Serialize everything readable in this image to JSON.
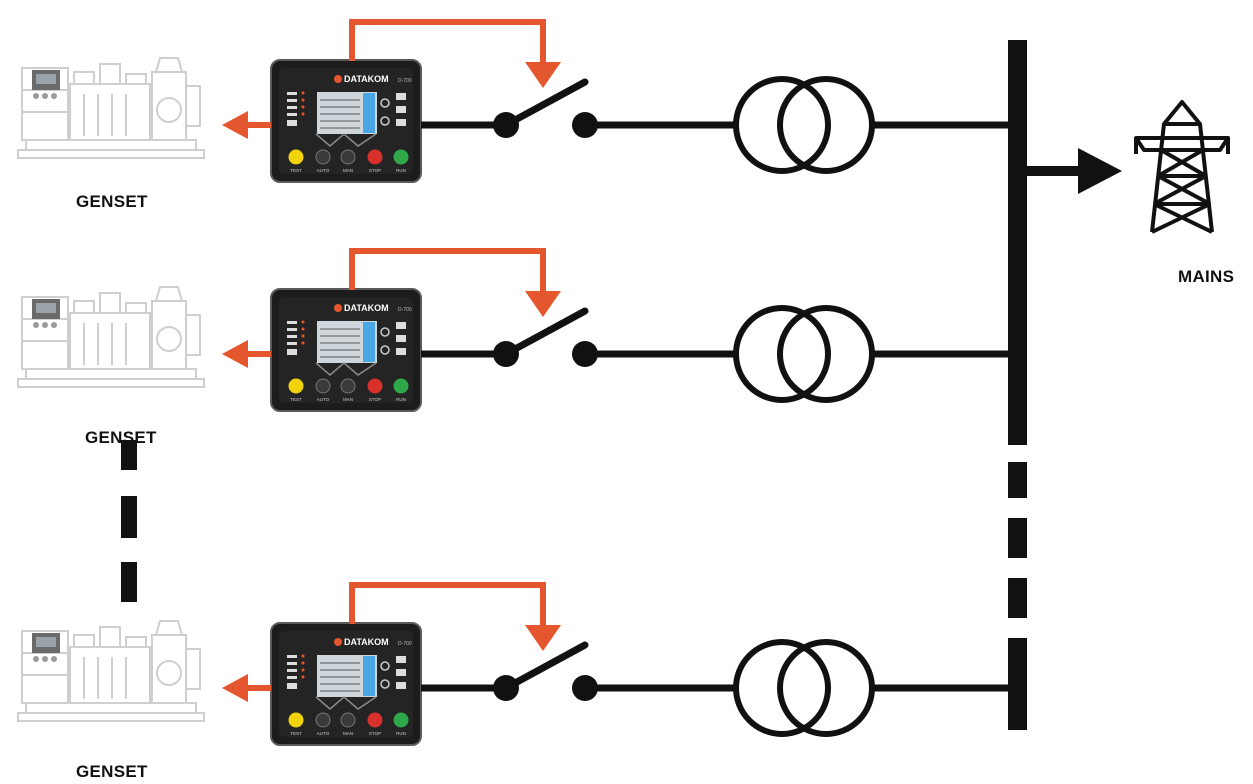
{
  "labels": {
    "genset_1": "GENSET",
    "genset_2": "GENSET",
    "genset_3": "GENSET",
    "mains": "MAINS"
  },
  "controller": {
    "brand": "DATAKOM",
    "model": "D-700",
    "button_labels": [
      "TEST",
      "AUTO",
      "MAN",
      "STOP",
      "RUN"
    ]
  },
  "colors": {
    "accent": "#E4572E",
    "line": "#111111",
    "controller_body": "#1c1c1c",
    "screen": "#cfd6dc",
    "button_yellow": "#f2d20b",
    "button_red": "#d8302b",
    "button_green": "#2fa84a"
  },
  "icons": {
    "generator": "generator-icon",
    "controller": "controller-panel-icon",
    "breaker": "breaker-switch-icon",
    "transformer": "transformer-icon",
    "busbar": "busbar-icon",
    "tower": "transmission-tower-icon"
  }
}
